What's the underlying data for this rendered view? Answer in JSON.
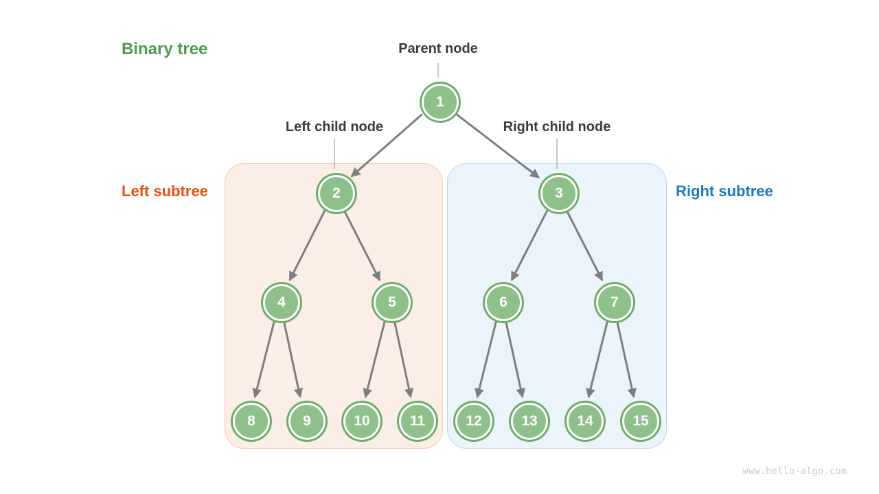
{
  "title": "Binary tree",
  "annotations": {
    "parent_node": "Parent node",
    "left_child_node": "Left child node",
    "right_child_node": "Right child node"
  },
  "regions": {
    "left": {
      "label": "Left subtree",
      "label_color": "#EB520F",
      "fill": "#FBEEE7",
      "border": "#F5C8AD"
    },
    "right": {
      "label": "Right subtree",
      "label_color": "#1A7AC6",
      "fill": "#EBF3FB",
      "border": "#BCDAF2"
    }
  },
  "tree": {
    "node_values": [
      "1",
      "2",
      "3",
      "4",
      "5",
      "6",
      "7",
      "8",
      "9",
      "10",
      "11",
      "12",
      "13",
      "14",
      "15"
    ],
    "edges": [
      [
        1,
        2
      ],
      [
        1,
        3
      ],
      [
        2,
        4
      ],
      [
        2,
        5
      ],
      [
        3,
        6
      ],
      [
        3,
        7
      ],
      [
        4,
        8
      ],
      [
        4,
        9
      ],
      [
        5,
        10
      ],
      [
        5,
        11
      ],
      [
        6,
        12
      ],
      [
        6,
        13
      ],
      [
        7,
        14
      ],
      [
        7,
        15
      ]
    ],
    "pointer_targets": {
      "parent_node": 1,
      "left_child_node": 2,
      "right_child_node": 3
    }
  },
  "colors": {
    "title": "#4D9A51",
    "node_fill": "#8FC08B",
    "node_ring": "#6BAE66",
    "arrow": "#7E7E7E",
    "pointer_line": "#A6A6A6"
  },
  "watermark": "www.hello-algo.com"
}
